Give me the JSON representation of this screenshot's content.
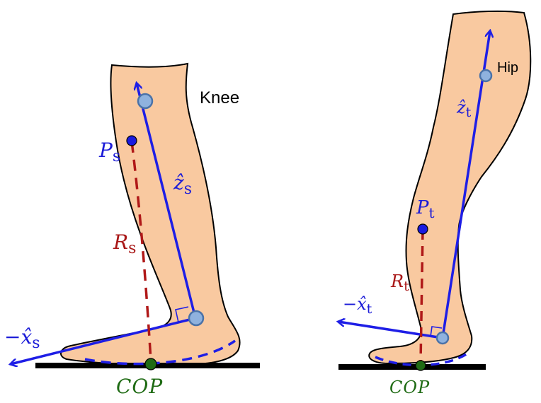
{
  "colors": {
    "skin": "#f9c9a0",
    "outline": "#000000",
    "axis_blue": "#1e1ee6",
    "joint_fill": "#8fb2de",
    "joint_stroke": "#4a72a8",
    "point_blue": "#1a1ae0",
    "lever_red": "#b01818",
    "cop_green": "#1f6b14",
    "label_blue": "#1c1cd8",
    "label_red": "#a81616",
    "label_green": "#1f6b14",
    "ground": "#000000"
  },
  "left_panel": {
    "knee_label": "Knee",
    "point_label": "P",
    "point_sub": "s",
    "axis_z_label": "ẑ",
    "axis_z_sub": "s",
    "lever_label": "R",
    "lever_sub": "s",
    "axis_x_label": "−x̂",
    "axis_x_sub": "s",
    "cop_label": "COP"
  },
  "right_panel": {
    "hip_label": "Hip",
    "point_label": "P",
    "point_sub": "t",
    "axis_z_label": "ẑ",
    "axis_z_sub": "t",
    "lever_label": "R",
    "lever_sub": "t",
    "axis_x_label": "−x̂",
    "axis_x_sub": "t",
    "cop_label": "COP"
  }
}
